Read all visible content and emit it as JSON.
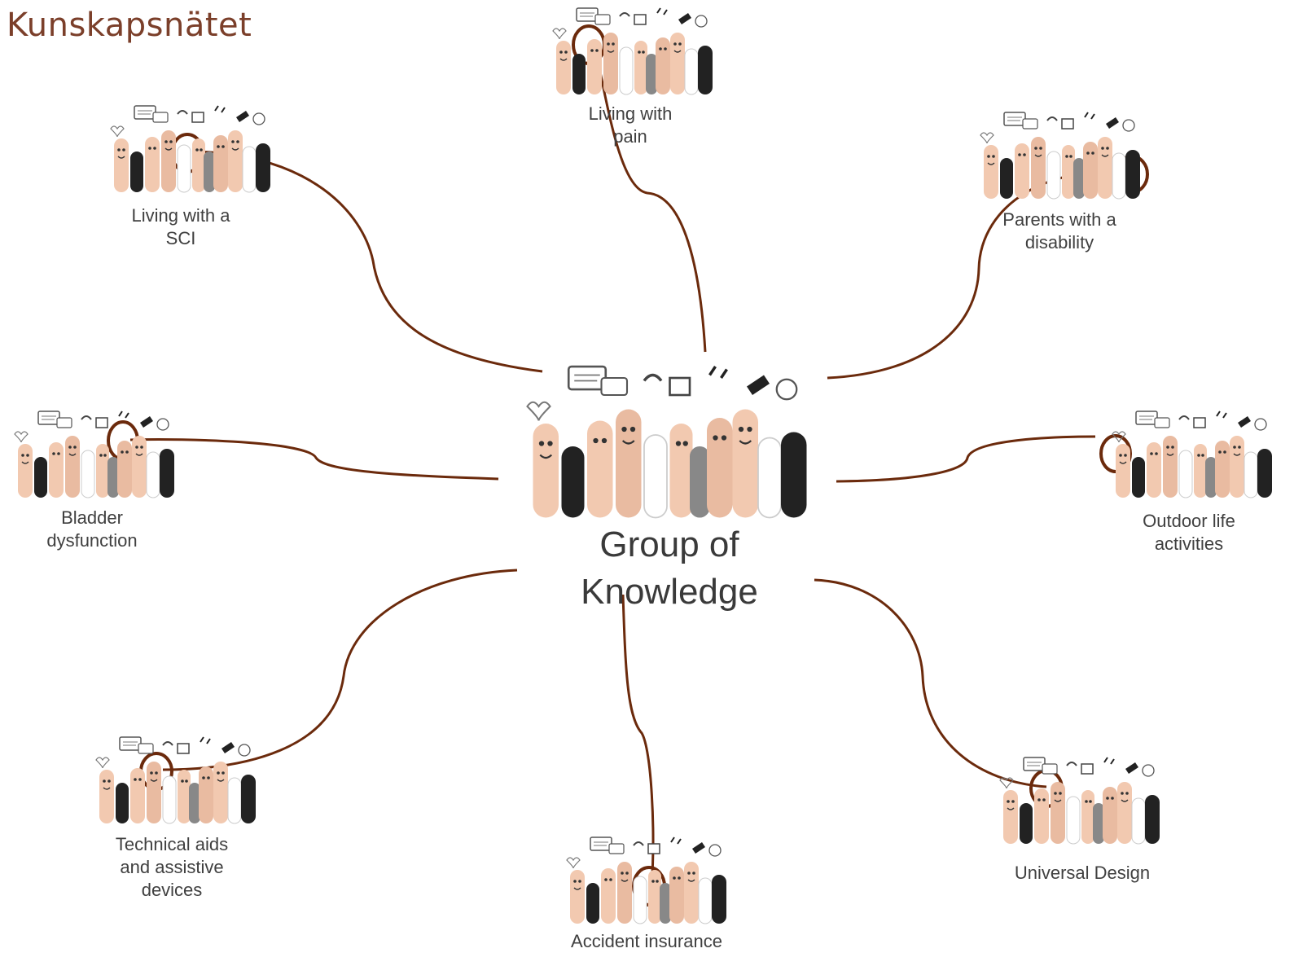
{
  "title": "Kunskapsnätet",
  "center": {
    "label": "Group of\nKnowledge"
  },
  "nodes": [
    {
      "id": "pain",
      "label": "Living with\npain"
    },
    {
      "id": "sci",
      "label": "Living with a\nSCI"
    },
    {
      "id": "parents",
      "label": "Parents with a\ndisability"
    },
    {
      "id": "bladder",
      "label": "Bladder\ndysfunction"
    },
    {
      "id": "outdoor",
      "label": "Outdoor life\nactivities"
    },
    {
      "id": "technical",
      "label": "Technical aids\nand assistive\ndevices"
    },
    {
      "id": "accident",
      "label": "Accident insurance"
    },
    {
      "id": "universal",
      "label": "Universal Design"
    }
  ],
  "colors": {
    "connector": "#6b2a0c",
    "title": "#7b3f2a",
    "text": "#404040",
    "finger": "#f2c9b0",
    "finger_shadow": "#d9a98c"
  },
  "illustration": "finger-people-icon"
}
